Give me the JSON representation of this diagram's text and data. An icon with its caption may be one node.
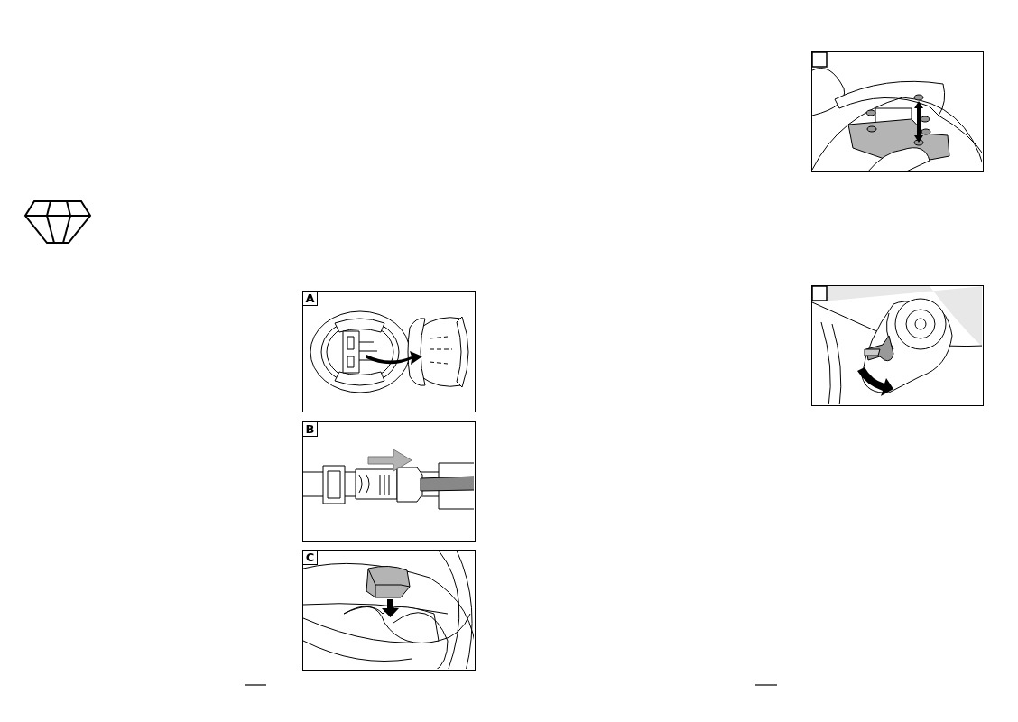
{
  "diagram": {
    "labels": [
      "A",
      "B",
      "C"
    ]
  }
}
